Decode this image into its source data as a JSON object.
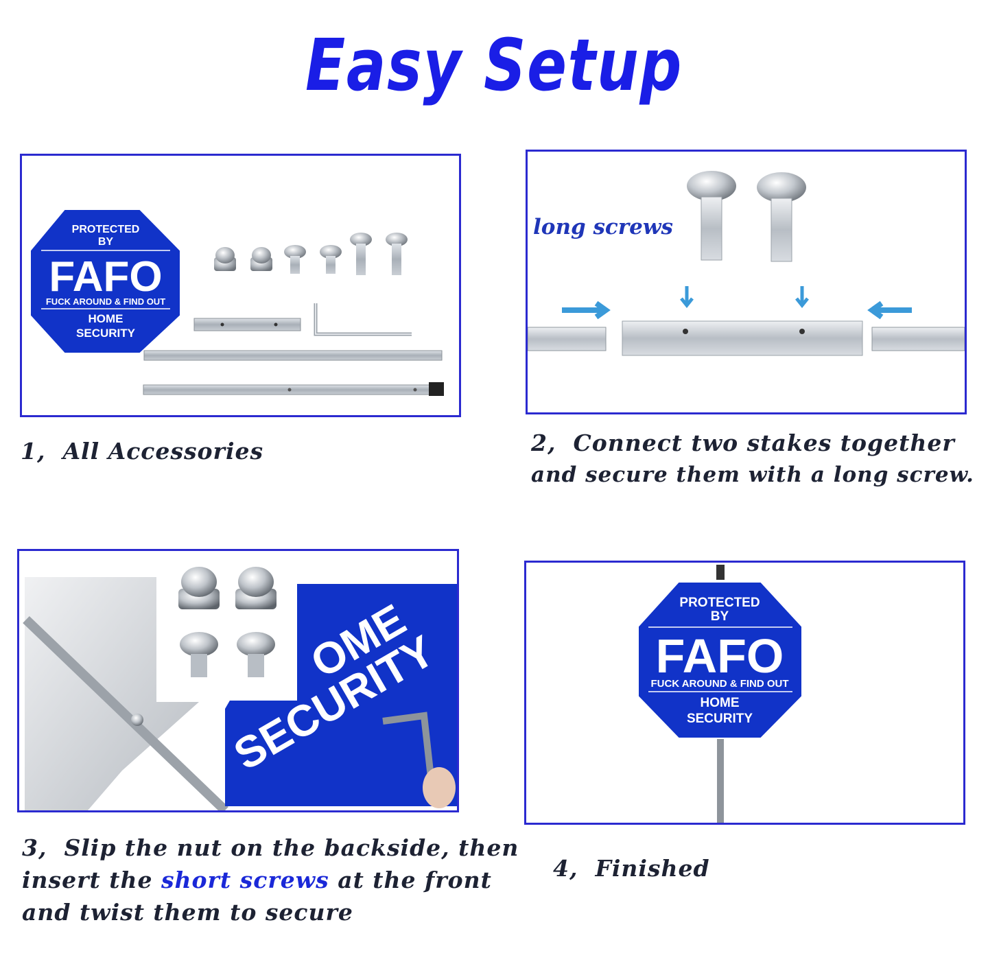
{
  "title": "Easy Setup",
  "sign": {
    "line1": "PROTECTED",
    "line2": "BY",
    "big": "FAFO",
    "tagline": "FUCK AROUND & FIND OUT",
    "line3": "HOME",
    "line4": "SECURITY"
  },
  "panel2": {
    "label": "long screws"
  },
  "panel3": {
    "sign_home": "OME",
    "sign_security": "SECURITY"
  },
  "steps": [
    {
      "number": "1,",
      "text": "All Accessories"
    },
    {
      "number": "2,",
      "line1": "Connect two stakes together",
      "line2": "and secure them with a long screw."
    },
    {
      "number": "3,",
      "line1": "Slip the nut on the backside, then",
      "line2_pre": "insert the ",
      "line2_hl": "short screws",
      "line2_post": " at the front",
      "line3": "and twist them to secure"
    },
    {
      "number": "4,",
      "text": "Finished"
    }
  ],
  "colors": {
    "title": "#1a1ee6",
    "sign_blue": "#1133c8",
    "border": "#2b2ad0",
    "highlight": "#1a28d8"
  }
}
